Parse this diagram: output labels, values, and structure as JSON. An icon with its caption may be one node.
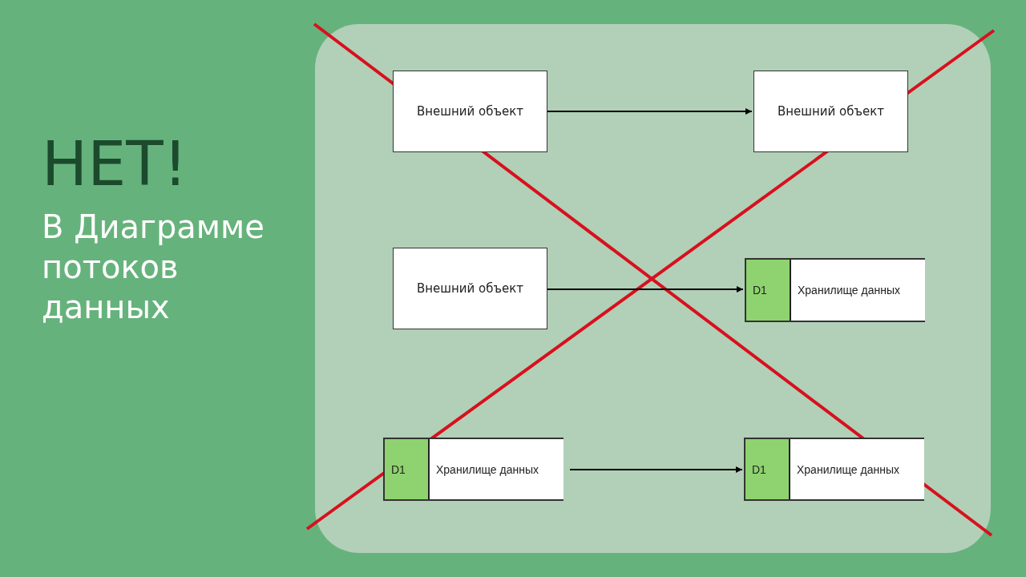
{
  "diagram": {
    "title": "НЕТ!",
    "nodes": [
      {
        "text": [
          "Внешний объект"
        ]
      },
      {
        "text": [
          "Внешний объект"
        ]
      },
      {
        "text": [
          "Внешний объект"
        ]
      },
      {
        "text": [
          "D1",
          "Хранилище данных"
        ]
      },
      {
        "text": [
          "D1",
          "Хранилище данных"
        ]
      },
      {
        "text": [
          "D1",
          "Хранилище данных"
        ]
      }
    ],
    "edges": [
      {
        "from": 0,
        "to": 1,
        "arrow": "to"
      },
      {
        "from": 2,
        "to": 3,
        "arrow": "to"
      },
      {
        "from": 4,
        "to": 5,
        "arrow": "to"
      }
    ],
    "labels": [
      "В Диаграмме потоков данных"
    ]
  }
}
